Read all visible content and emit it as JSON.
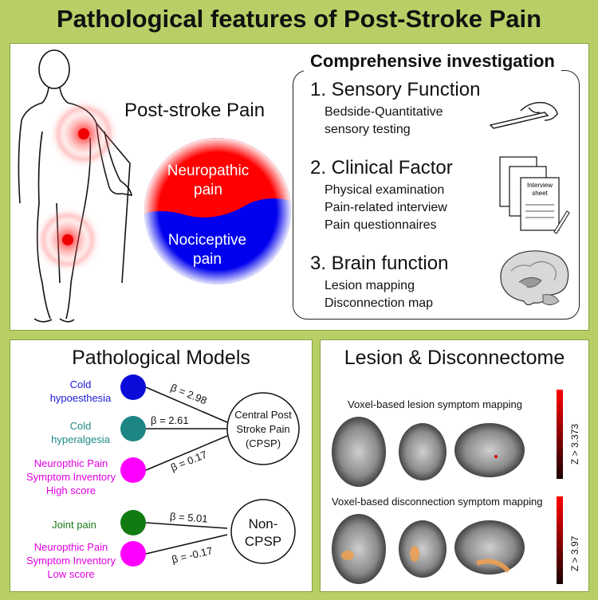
{
  "title": "Pathological features of Post-Stroke Pain",
  "top": {
    "psp_label": "Post-stroke Pain",
    "neuropathic": [
      "Neuropathic",
      "pain"
    ],
    "nociceptive": [
      "Nociceptive",
      "pain"
    ],
    "investigation": {
      "title": "Comprehensive investigation",
      "sections": [
        {
          "heading": "1. Sensory Function",
          "items": [
            "Bedside-Quantitative",
            "sensory testing"
          ]
        },
        {
          "heading": "2. Clinical Factor",
          "items": [
            "Physical examination",
            "Pain-related interview",
            "Pain questionnaires"
          ]
        },
        {
          "heading": "3. Brain function",
          "items": [
            "Lesion mapping",
            "Disconnection map"
          ]
        }
      ],
      "sheet_label": [
        "Interview",
        "sheet"
      ]
    }
  },
  "models": {
    "title": "Pathological Models",
    "predictors": [
      {
        "label": [
          "Cold",
          "hypoesthesia"
        ],
        "color": "#1a1ad6",
        "circle": "#0b0bd9"
      },
      {
        "label": [
          "Cold",
          "hyperalgesia"
        ],
        "color": "#1f8a8a",
        "circle": "#1e8585"
      },
      {
        "label": [
          "Neuropthic Pain",
          "Symptom Inventory",
          "High score"
        ],
        "color": "#e000e0",
        "circle": "#ff00ff"
      },
      {
        "label": [
          "Joint pain"
        ],
        "color": "#1a7a1a",
        "circle": "#117a11"
      },
      {
        "label": [
          "Neuropthic Pain",
          "Symptom Inventory",
          "Low score"
        ],
        "color": "#e000e0",
        "circle": "#ff00ff"
      }
    ],
    "betas": [
      "β = 2.98",
      "β = 2.61",
      "β = 0.17",
      "β = 5.01",
      "β = -0.17"
    ],
    "outcomes": [
      {
        "lines": [
          "Central Post",
          "Stroke Pain",
          "(CPSP)"
        ]
      },
      {
        "lines": [
          "Non-",
          "CPSP"
        ]
      }
    ]
  },
  "lesion": {
    "title": "Lesion & Disconnectome",
    "vlsm_caption": "Voxel-based lesion symptom mapping",
    "vdsm_caption": "Voxel-based disconnection symptom mapping",
    "z1": "Z > 3.373",
    "z2": "Z > 3.97"
  },
  "colors": {
    "background": "#b7cf66",
    "neuropathic": "#ff0000",
    "nociceptive": "#0000ee"
  }
}
